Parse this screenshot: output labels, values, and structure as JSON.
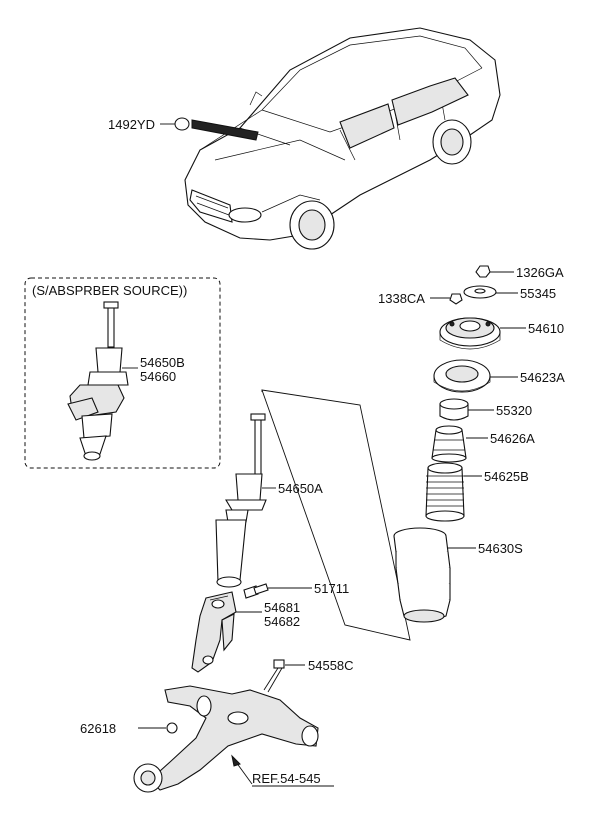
{
  "source_box": {
    "title": "(S/ABSPRBER SOURCE))"
  },
  "labels": {
    "p1492YD": "1492YD",
    "p1326GA": "1326GA",
    "p1338CA": "1338CA",
    "p55345": "55345",
    "p54610": "54610",
    "p54623A": "54623A",
    "p55320": "55320",
    "p54626A": "54626A",
    "p54625B": "54625B",
    "p54630S": "54630S",
    "p54650B": "54650B",
    "p54660": "54660",
    "p54650A": "54650A",
    "p51711": "51711",
    "p54681": "54681",
    "p54682": "54682",
    "p54558C": "54558C",
    "p62618": "62618",
    "ref": "REF.54-545"
  }
}
